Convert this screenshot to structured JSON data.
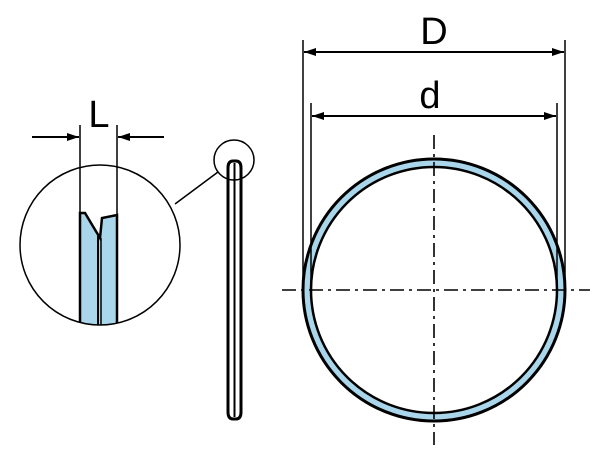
{
  "labels": {
    "outer_diameter": "D",
    "inner_diameter": "d",
    "width": "L"
  },
  "colors": {
    "ring_fill": "#a9d6ea",
    "line": "#000000",
    "background": "#ffffff"
  }
}
